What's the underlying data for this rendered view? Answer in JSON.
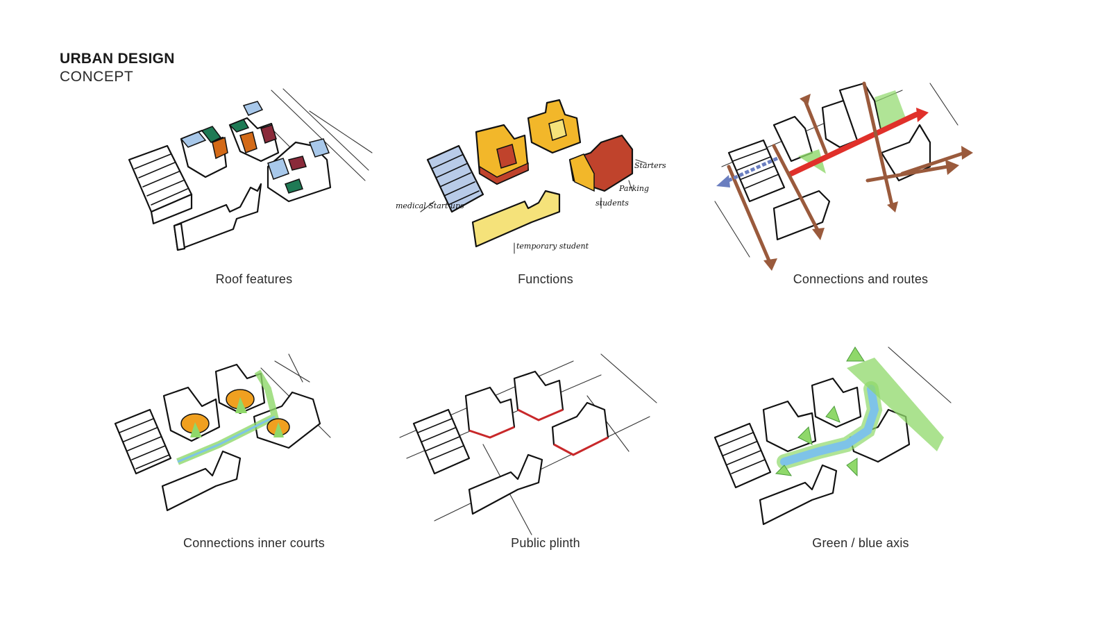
{
  "header": {
    "title": "URBAN DESIGN",
    "subtitle": "CONCEPT"
  },
  "panels": [
    {
      "caption": "Roof features",
      "icon": "roof-features-sketch"
    },
    {
      "caption": "Functions",
      "icon": "functions-sketch",
      "annotations": [
        "medical Start ups",
        "Starters",
        "Parking",
        "students",
        "temporary student"
      ]
    },
    {
      "caption": "Connections and routes",
      "icon": "connections-routes-sketch"
    },
    {
      "caption": "Connections inner courts",
      "icon": "inner-courts-sketch"
    },
    {
      "caption": "Public plinth",
      "icon": "public-plinth-sketch"
    },
    {
      "caption": "Green / blue axis",
      "icon": "green-blue-axis-sketch"
    }
  ],
  "colors": {
    "roof_blue": "#a8c8ea",
    "roof_green": "#1f7a55",
    "roof_orange": "#d36a18",
    "function_yellow": "#f2b72a",
    "function_red": "#c0432c",
    "function_blue": "#b8cbe8",
    "function_light_yellow": "#f5e27a",
    "route_brown": "#9a5a3c",
    "route_red": "#e0302a",
    "court_orange": "#f0a020",
    "axis_green": "#8fd86a",
    "axis_blue": "#7ec3e8",
    "plinth_red": "#c8282a"
  }
}
